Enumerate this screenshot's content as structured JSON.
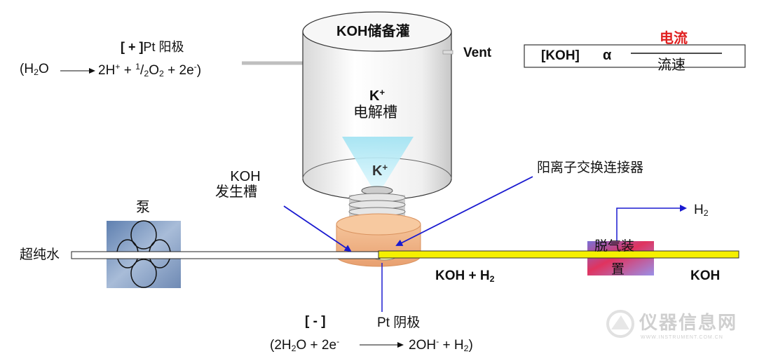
{
  "anode": {
    "label_prefix": "[ + ]",
    "label": "Pt 阳极",
    "eq": {
      "l1": "(H",
      "s1": "2",
      "l2": "O",
      "l3": "2H",
      "p1": "+",
      "l4": " + ",
      "p2": "1",
      "l5": "/",
      "s2": "2",
      "l6": "O",
      "s3": "2",
      "l7": " + 2e",
      "p3": "-",
      "l8": ")"
    }
  },
  "tank": {
    "title": "KOH储备灌",
    "ion_top": "K",
    "ion_top_sup": "+",
    "cell_label": "电解槽",
    "ion_cone": "K",
    "ion_cone_sup": "+"
  },
  "vent_label": "Vent",
  "formula": {
    "left": "[KOH]",
    "alpha": "α",
    "numerator": "电流",
    "denominator": "流速"
  },
  "koh_generator": {
    "line1": "KOH",
    "line2": "发生槽"
  },
  "connector_label": "阳离子交换连接器",
  "pump_label": "泵",
  "water_label": "超纯水",
  "degas_label_line1": "脱气装",
  "degas_label_line2": "置",
  "h2_out": {
    "main": "H",
    "sub": "2"
  },
  "koh_h2": {
    "main": "KOH + H",
    "sub": "2"
  },
  "koh_out": "KOH",
  "cathode": {
    "label_prefix": "[ - ]",
    "label": "Pt 阴极",
    "eq": {
      "l1": "(2H",
      "s1": "2",
      "l2": "O + 2e",
      "p1": "-",
      "l3": "2OH",
      "p2": "-",
      "l4": " + H",
      "s2": "2",
      "l5": ")"
    }
  },
  "watermark": {
    "main": "仪器信息网",
    "sub": "WWW.INSTRUMENT.COM.CN"
  }
}
